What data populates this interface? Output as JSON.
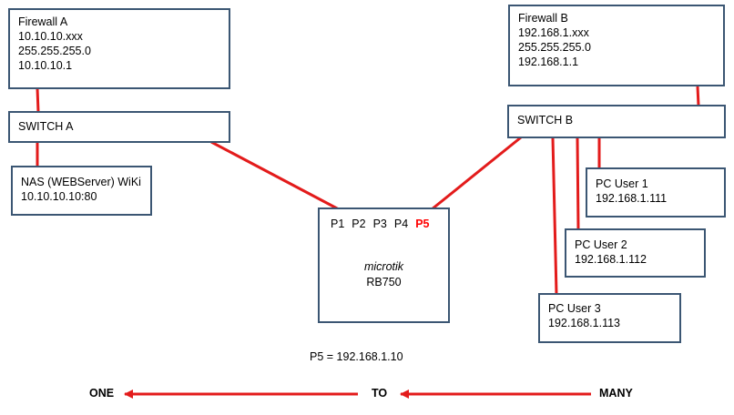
{
  "colors": {
    "border": "#3b5673",
    "wire": "#e31b1b",
    "accent": "#ff0000"
  },
  "firewall_a": {
    "title": "Firewall  A",
    "lines": [
      "10.10.10.xxx",
      "255.255.255.0",
      "10.10.10.1"
    ]
  },
  "switch_a": {
    "label": "SWITCH  A"
  },
  "nas": {
    "lines": [
      "NAS (WEBServer) WiKi",
      "10.10.10.10:80"
    ]
  },
  "firewall_b": {
    "title": "Firewall  B",
    "lines": [
      "192.168.1.xxx",
      "255.255.255.0",
      "192.168.1.1"
    ]
  },
  "switch_b": {
    "label": "SWITCH  B"
  },
  "pc_users": [
    {
      "name": "PC User  1",
      "ip": "192.168.1.111"
    },
    {
      "name": "PC User  2",
      "ip": "192.168.1.112"
    },
    {
      "name": "PC User  3",
      "ip": "192.168.1.113"
    }
  ],
  "router": {
    "ports": [
      "P1",
      "P2",
      "P3",
      "P4",
      "P5"
    ],
    "active_port": "P5",
    "vendor": "microtik",
    "model": "RB750"
  },
  "p5_caption": "P5 = 192.168.1.10",
  "flow": {
    "left": "ONE",
    "middle": "TO",
    "right": "MANY"
  }
}
